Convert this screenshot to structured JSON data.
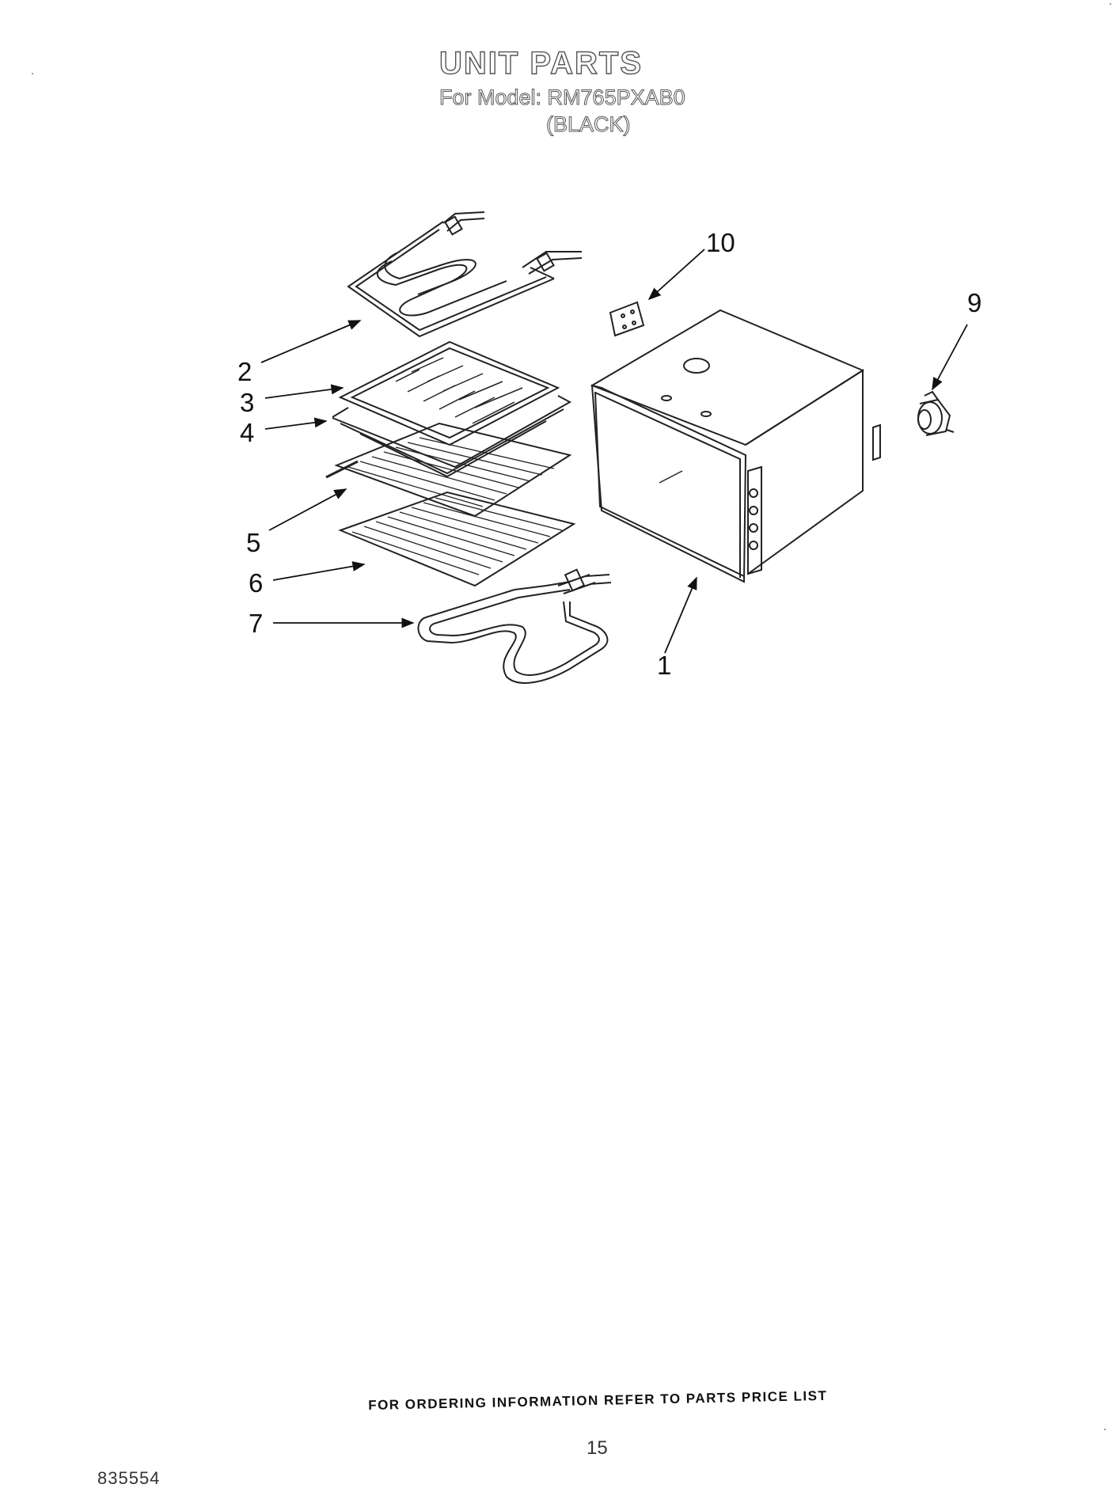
{
  "header": {
    "title": "UNIT PARTS",
    "model_line": "For Model: RM765PXAB0",
    "color_line": "(BLACK)"
  },
  "diagram": {
    "callouts": [
      {
        "id": "1",
        "label": "1"
      },
      {
        "id": "2",
        "label": "2"
      },
      {
        "id": "3",
        "label": "3"
      },
      {
        "id": "4",
        "label": "4"
      },
      {
        "id": "5",
        "label": "5"
      },
      {
        "id": "6",
        "label": "6"
      },
      {
        "id": "7",
        "label": "7"
      },
      {
        "id": "9",
        "label": "9"
      },
      {
        "id": "10",
        "label": "10"
      }
    ]
  },
  "footer": {
    "note": "FOR ORDERING INFORMATION REFER TO PARTS PRICE LIST",
    "page_number": "15",
    "doc_number": "835554"
  }
}
